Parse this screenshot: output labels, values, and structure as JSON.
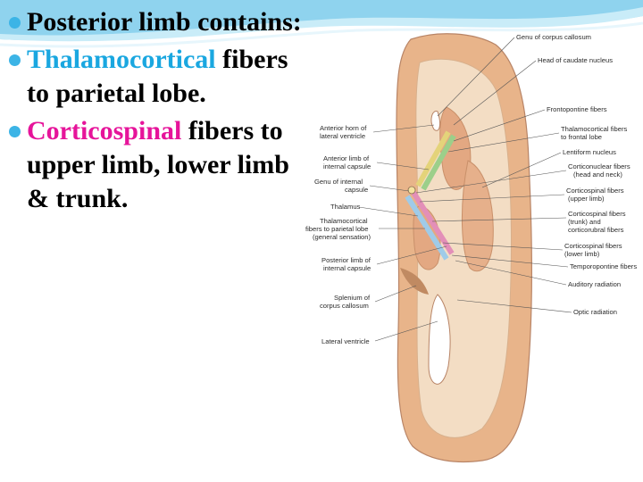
{
  "bullets": [
    {
      "highlight": "",
      "text": "Posterior limb contains:",
      "color": "#000000"
    },
    {
      "highlight": "Thalamocortical",
      "text": "fibers to parietal lobe.",
      "color": "#1aa7e0"
    },
    {
      "highlight": "Corticospinal",
      "text": "fibers to upper limb, lower limb & trunk.",
      "color": "#e6149a"
    }
  ],
  "figure": {
    "left_labels": [
      "Anterior horn of",
      "lateral ventricle",
      "Anterior limb of",
      "internal capsule",
      "Genu of internal",
      "capsule",
      "Thalamus",
      "Thalamocortical",
      "fibers to parietal lobe",
      "(general sensation)",
      "Posterior limb of",
      "internal capsule",
      "Splenium of",
      "corpus callosum",
      "Lateral ventricle"
    ],
    "right_labels": [
      "Genu of corpus callosum",
      "Head of caudate nucleus",
      "Frontopontine fibers",
      "Thalamocortical fibers",
      "to frontal lobe",
      "Lentiform nucleus",
      "Corticonuclear fibers",
      "(head and neck)",
      "Corticospinal fibers",
      "(upper limb)",
      "Corticospinal fibers",
      "(trunk) and",
      "corticorubral fibers",
      "Corticospinal fibers",
      "(lower limb)",
      "Temporopontine fibers",
      "Auditory radiation",
      "Optic radiation"
    ]
  },
  "colors": {
    "accent": "#3cb4e6",
    "thalamocortical": "#1aa7e0",
    "corticospinal": "#e6149a",
    "brain": "#e8b48a",
    "white_matter": "#f3ddc4"
  }
}
